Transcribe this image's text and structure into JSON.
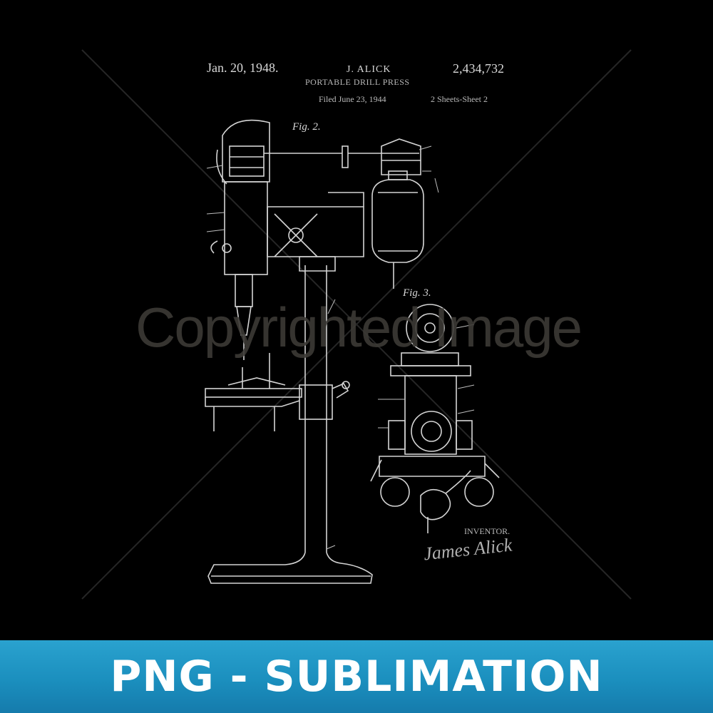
{
  "patent": {
    "date": "Jan. 20, 1948.",
    "inventor": "J. ALICK",
    "number": "2,434,732",
    "title": "PORTABLE DRILL PRESS",
    "filed": "Filed June 23, 1944",
    "sheets": "2 Sheets-Sheet 2",
    "inventor_caption": "INVENTOR.",
    "signature": "James Alick",
    "fig2": "Fig. 2.",
    "fig3": "Fig. 3."
  },
  "watermark": "Copyrighted Image",
  "banner": {
    "text": "PNG - SUBLIMATION"
  },
  "colors": {
    "background": "#000000",
    "line": "#d4d4d4",
    "banner": "#1f95c4",
    "banner_text": "#ffffff",
    "watermark": "#3c3a36"
  }
}
